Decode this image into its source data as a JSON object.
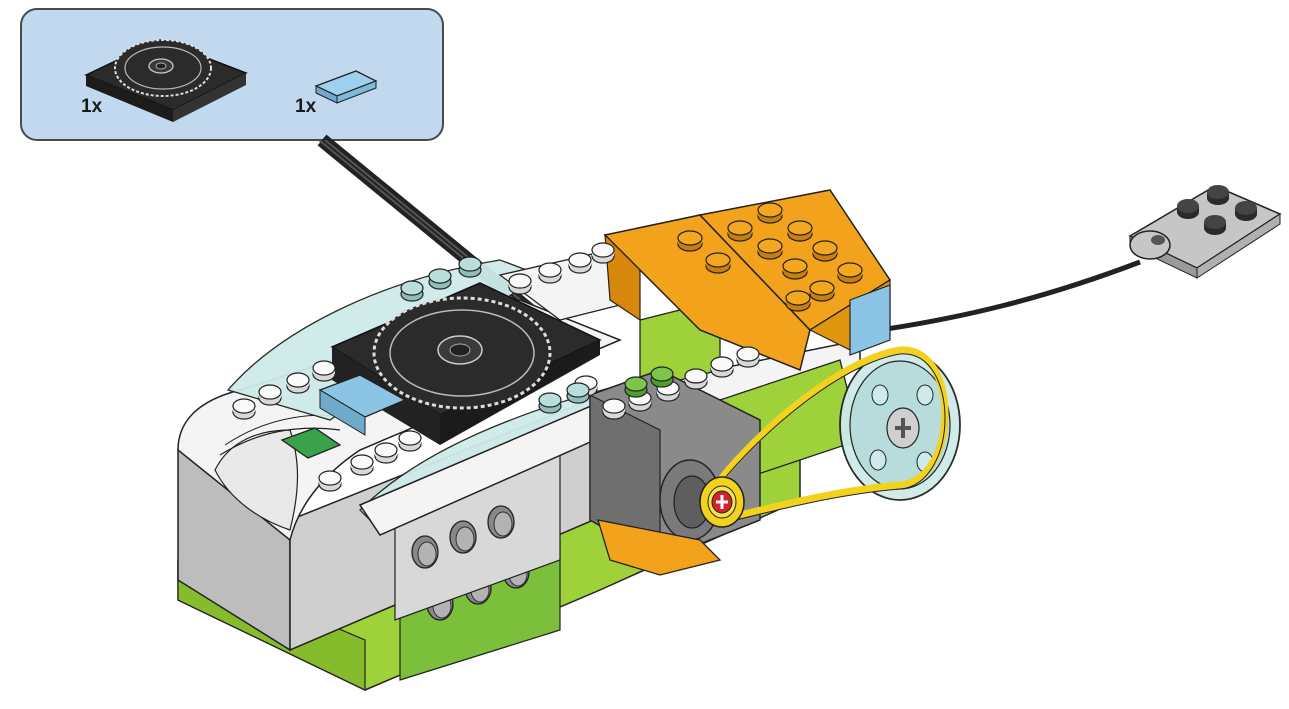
{
  "parts_panel": {
    "items": [
      {
        "part": "turntable-base-plate",
        "color": "#2b2b2b",
        "quantity": "1x"
      },
      {
        "part": "flat-tile-1x2",
        "color": "#8cc4e6",
        "quantity": "1x"
      }
    ]
  },
  "model": {
    "palette": {
      "lime": "#9fd23a",
      "green_dark": "#6fb43c",
      "gray_light": "#cfcfcf",
      "gray_dark": "#7d7d7d",
      "white": "#f4f4f4",
      "orange": "#f2a21b",
      "trans_clear": "#cfeaea",
      "blue_tile": "#8cc4e6",
      "yellow_belt": "#f2d21c",
      "red_axle": "#d2232a",
      "black": "#2b2b2b"
    }
  }
}
